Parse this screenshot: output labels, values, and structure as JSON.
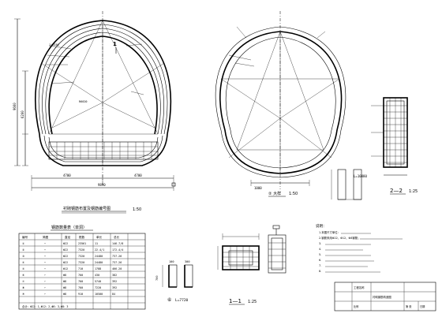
{
  "drawing": {
    "left_view": {
      "section_mark": "1",
      "dim_left_total": "9660",
      "dim_left_sub": "6200",
      "dim_bottom_left": "4700",
      "dim_bottom_right": "4700",
      "dim_bottom_total": "9890",
      "caption": "衬砌钢筋布置及钢筋编号图",
      "scale": "1:50",
      "notes": [
        "1:7530",
        "R6020"
      ]
    },
    "right_view": {
      "caption": "② 大样",
      "scale": "1:50",
      "dim_bottom": "1000",
      "note_L": "L=10880"
    },
    "detail_2_2": {
      "label": "2—2",
      "scale": "1:25"
    },
    "detail_1_1": {
      "label": "1—1",
      "scale": "1:25"
    },
    "bar_detail": {
      "label": "⑥",
      "length": "L=7720",
      "dims": [
        "700",
        "100",
        "300"
      ]
    },
    "table": {
      "title": "钢筋数量表（单洞）",
      "headers": [
        "编号",
        "简图",
        "直径",
        "根数",
        "单长",
        "总长"
      ],
      "rows": [
        [
          "①",
          "⌒",
          "Φ22",
          "23561",
          "11",
          "146.7/8"
        ],
        [
          "②",
          "⌒",
          "Φ22",
          "7320",
          "22.4/1",
          "172.4/4"
        ],
        [
          "③",
          "⌒",
          "Φ22",
          "7320",
          "24480",
          "737.26"
        ],
        [
          "④",
          "⌒",
          "Φ22",
          "7320",
          "24480",
          "737.26"
        ],
        [
          "⑤",
          "⌒",
          "Φ12",
          "710",
          "1788",
          "466.20"
        ],
        [
          "⑥",
          "⌐",
          "Φ8",
          "700",
          "430",
          "382"
        ],
        [
          "⑦",
          "⌐",
          "Φ8",
          "700",
          "5740",
          "392"
        ],
        [
          "⑧",
          "⌐",
          "Φ8",
          "700",
          "7220",
          "392"
        ],
        [
          "⑨",
          "⌐",
          "Φ8",
          "910",
          "10500",
          "84"
        ]
      ],
      "footer": "合计：Φ22：1,Φ12：2,Φ8：3,Φ8：3"
    },
    "notes": {
      "heading": "说明：",
      "lines": [
        "1.本图尺寸单位：",
        "2.钢筋采用Φ22、Φ12、Φ8钢筋；",
        "3.",
        "4.",
        "5.",
        "6.",
        "7.",
        "8."
      ]
    },
    "title_block": {
      "project": "工程名称",
      "drawing_name": "衬砌钢筋构造图",
      "sheet": "第  张",
      "scale": "比例",
      "date": "日期"
    }
  }
}
